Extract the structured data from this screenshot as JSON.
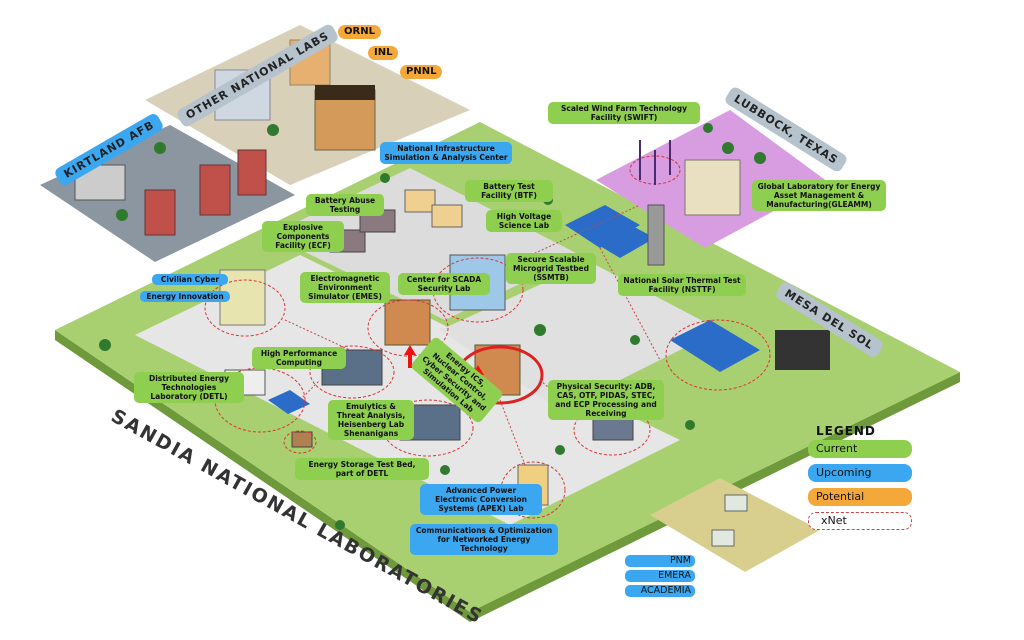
{
  "regions": {
    "other_labs": "OTHER NATIONAL LABS",
    "kirtland": "KIRTLAND AFB",
    "lubbock": "LUBBOCK, TEXAS",
    "mesa": "MESA DEL SOL",
    "sandia": "SANDIA NATIONAL LABORATORIES"
  },
  "potential_labs": [
    "ORNL",
    "INL",
    "PNNL"
  ],
  "facilities": {
    "nisac": "National Infrastructure Simulation & Analysis Center",
    "battery_abuse": "Battery Abuse Testing",
    "btf": "Battery Test Facility (BTF)",
    "hv": "High Voltage Science Lab",
    "ecf": "Explosive Components Facility (ECF)",
    "ssmtb": "Secure Scalable Microgrid Testbed (SSMTB)",
    "civilian_cyber": "Civilian Cyber",
    "energy_innovation": "Energy Innovation",
    "emes": "Electromagnetic Environment Simulator (EMES)",
    "scada": "Center for SCADA Security Lab",
    "nsttf": "National Solar Thermal Test Facility (NSTTF)",
    "swift": "Scaled Wind Farm Technology Facility (SWIFT)",
    "gleamm": "Global Laboratory for Energy Asset Management & Manufacturing(GLEAMM)",
    "hpc": "High Performance Computing",
    "detl": "Distributed Energy Technologies Laboratory (DETL)",
    "ics": "Energy ICS, Nuclear Control, Cyber Security and Simulation Lab",
    "physical": "Physical Security: ADB, CAS, OTF, PIDAS, STEC, and ECP Processing and Receiving",
    "emulytics": "Emulytics & Threat Analysis, Heisenberg Lab Shenanigans",
    "storage": "Energy Storage Test Bed, part of DETL",
    "apex": "Advanced Power Electronic Conversion Systems (APEX) Lab",
    "comms": "Communications & Optimization for Networked Energy Technology"
  },
  "legend": {
    "title": "LEGEND",
    "items": [
      {
        "label": "Current",
        "color": "#8fcf4f"
      },
      {
        "label": "Upcoming",
        "color": "#3aa7f0"
      },
      {
        "label": "Potential",
        "color": "#f5a83a"
      },
      {
        "label": "xNet",
        "color": "#ffffff"
      }
    ]
  },
  "partners": [
    "PNM",
    "EMERA",
    "ACADEMIA"
  ]
}
